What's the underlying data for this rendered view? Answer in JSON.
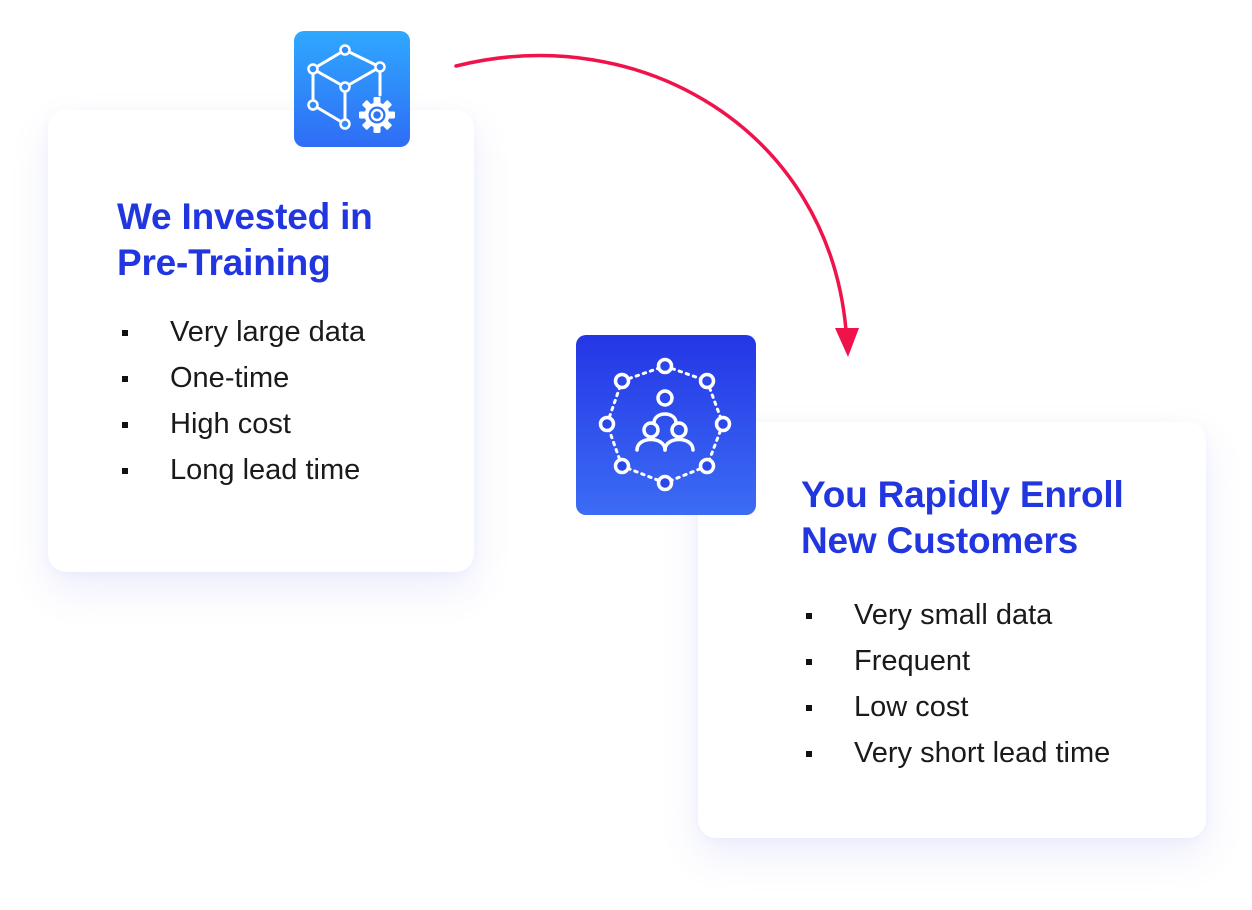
{
  "colors": {
    "heading": "#2236e0",
    "bullet_text": "#1a1a1a",
    "arrow": "#f0124a",
    "tile_left_top": "#2fa8ff",
    "tile_left_bottom": "#2f6df5",
    "tile_right_top": "#2436e6",
    "tile_right_bottom": "#3c6cf4"
  },
  "pretraining_card": {
    "icon": "cube-gear-icon",
    "title_lines": [
      "We Invested in",
      "Pre-Training"
    ],
    "bullets": [
      "Very large data",
      "One-time",
      "High cost",
      "Long lead time"
    ]
  },
  "enroll_card": {
    "icon": "customer-network-icon",
    "title_lines": [
      "You Rapidly Enroll",
      "New Customers"
    ],
    "bullets": [
      "Very small data",
      "Frequent",
      "Low cost",
      "Very short lead time"
    ]
  },
  "connector": {
    "icon": "curved-arrow-icon"
  }
}
